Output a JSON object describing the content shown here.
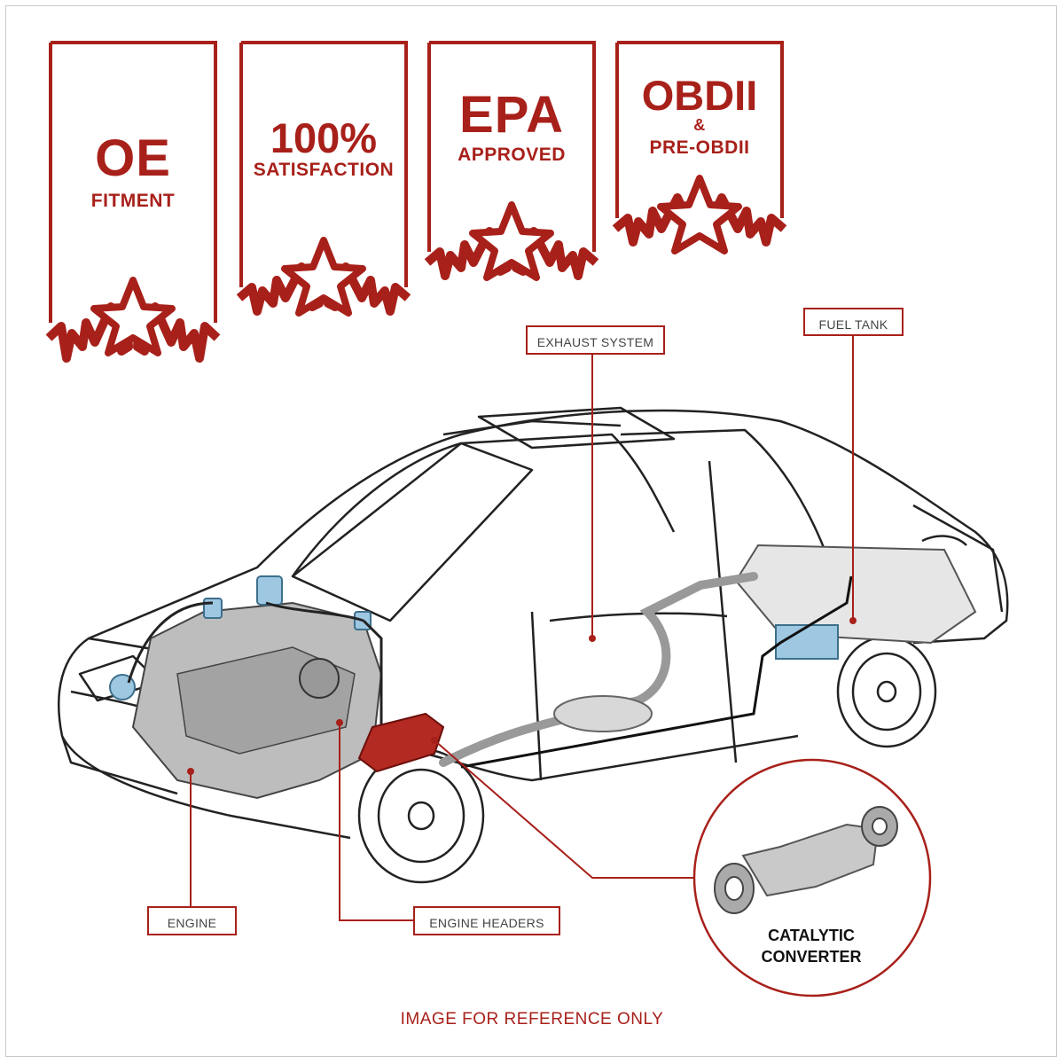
{
  "badges": [
    {
      "line1": "OE",
      "line2": "FITMENT"
    },
    {
      "line1": "100%",
      "line2": "SATISFACTION"
    },
    {
      "line1": "EPA",
      "line2": "APPROVED"
    },
    {
      "line1": "OBDII",
      "line2": "&",
      "line3": "PRE-OBDII"
    }
  ],
  "labels": {
    "exhaust": "EXHAUST SYSTEM",
    "fuel_tank": "FUEL TANK",
    "engine": "ENGINE",
    "headers": "ENGINE HEADERS"
  },
  "inset": {
    "line1": "CATALYTIC",
    "line2": "CONVERTER"
  },
  "footer": "IMAGE FOR REFERENCE ONLY",
  "colors": {
    "accent": "#a8201a",
    "highlight_part": "#b32a22",
    "blue_parts": "#9ec7e2"
  }
}
